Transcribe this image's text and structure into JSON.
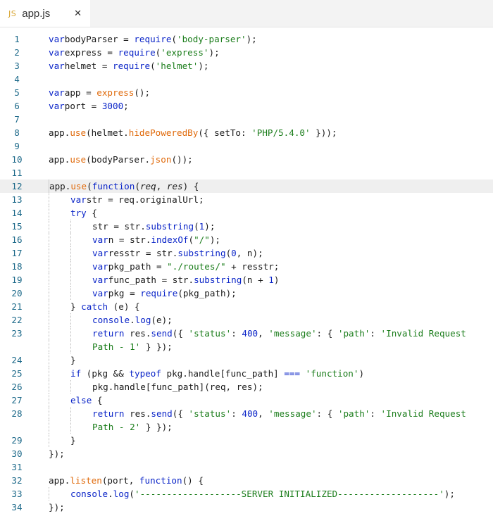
{
  "tab": {
    "badge": "JS",
    "filename": "app.js",
    "close": "✕"
  },
  "lines": [
    {
      "n": 1,
      "indent": 0,
      "tokens": [
        [
          "kw",
          "var"
        ],
        [
          "",
          "bodyParser = "
        ],
        [
          "kw",
          "require"
        ],
        [
          "",
          "("
        ],
        [
          "str",
          "'body-parser'"
        ],
        [
          "",
          ");"
        ]
      ]
    },
    {
      "n": 2,
      "indent": 0,
      "tokens": [
        [
          "kw",
          "var"
        ],
        [
          "",
          "express = "
        ],
        [
          "kw",
          "require"
        ],
        [
          "",
          "("
        ],
        [
          "str",
          "'express'"
        ],
        [
          "",
          ");"
        ]
      ]
    },
    {
      "n": 3,
      "indent": 0,
      "tokens": [
        [
          "kw",
          "var"
        ],
        [
          "",
          "helmet = "
        ],
        [
          "kw",
          "require"
        ],
        [
          "",
          "("
        ],
        [
          "str",
          "'helmet'"
        ],
        [
          "",
          ");"
        ]
      ]
    },
    {
      "n": 4,
      "indent": 0,
      "tokens": []
    },
    {
      "n": 5,
      "indent": 0,
      "tokens": [
        [
          "kw",
          "var"
        ],
        [
          "",
          "app = "
        ],
        [
          "fn",
          "express"
        ],
        [
          "",
          "();"
        ]
      ]
    },
    {
      "n": 6,
      "indent": 0,
      "tokens": [
        [
          "kw",
          "var"
        ],
        [
          "",
          "port = "
        ],
        [
          "num",
          "3000"
        ],
        [
          "",
          ";"
        ]
      ]
    },
    {
      "n": 7,
      "indent": 0,
      "tokens": []
    },
    {
      "n": 8,
      "indent": 0,
      "tokens": [
        [
          "",
          "app."
        ],
        [
          "fn",
          "use"
        ],
        [
          "",
          "(helmet."
        ],
        [
          "fn",
          "hidePoweredBy"
        ],
        [
          "",
          "({ setTo: "
        ],
        [
          "str",
          "'PHP/5.4.0'"
        ],
        [
          "",
          " }));"
        ]
      ]
    },
    {
      "n": 9,
      "indent": 0,
      "tokens": []
    },
    {
      "n": 10,
      "indent": 0,
      "tokens": [
        [
          "",
          "app."
        ],
        [
          "fn",
          "use"
        ],
        [
          "",
          "(bodyParser."
        ],
        [
          "fn",
          "json"
        ],
        [
          "",
          "());"
        ]
      ]
    },
    {
      "n": 11,
      "indent": 0,
      "tokens": []
    },
    {
      "n": 12,
      "indent": 0,
      "current": true,
      "tokens": [
        [
          "",
          "app."
        ],
        [
          "fn",
          "use"
        ],
        [
          "",
          "("
        ],
        [
          "kw",
          "function"
        ],
        [
          "",
          "("
        ],
        [
          "param",
          "req"
        ],
        [
          "",
          ", "
        ],
        [
          "param",
          "res"
        ],
        [
          "",
          ") {"
        ]
      ]
    },
    {
      "n": 13,
      "indent": 1,
      "tokens": [
        [
          "kw",
          "var"
        ],
        [
          "",
          "str = req.originalUrl;"
        ]
      ]
    },
    {
      "n": 14,
      "indent": 1,
      "tokens": [
        [
          "kw",
          "try"
        ],
        [
          "",
          " {"
        ]
      ]
    },
    {
      "n": 15,
      "indent": 2,
      "tokens": [
        [
          "",
          "str = str."
        ],
        [
          "kw",
          "substring"
        ],
        [
          "",
          "("
        ],
        [
          "num",
          "1"
        ],
        [
          "",
          ");"
        ]
      ]
    },
    {
      "n": 16,
      "indent": 2,
      "tokens": [
        [
          "kw",
          "var"
        ],
        [
          "",
          "n = str."
        ],
        [
          "kw",
          "indexOf"
        ],
        [
          "",
          "("
        ],
        [
          "str",
          "\"/\""
        ],
        [
          "",
          ");"
        ]
      ]
    },
    {
      "n": 17,
      "indent": 2,
      "tokens": [
        [
          "kw",
          "var"
        ],
        [
          "",
          "resstr = str."
        ],
        [
          "kw",
          "substring"
        ],
        [
          "",
          "("
        ],
        [
          "num",
          "0"
        ],
        [
          "",
          ", n);"
        ]
      ]
    },
    {
      "n": 18,
      "indent": 2,
      "tokens": [
        [
          "kw",
          "var"
        ],
        [
          "",
          "pkg_path = "
        ],
        [
          "str",
          "\"./routes/\""
        ],
        [
          "",
          " + resstr;"
        ]
      ]
    },
    {
      "n": 19,
      "indent": 2,
      "tokens": [
        [
          "kw",
          "var"
        ],
        [
          "",
          "func_path = str."
        ],
        [
          "kw",
          "substring"
        ],
        [
          "",
          "(n + "
        ],
        [
          "num",
          "1"
        ],
        [
          "",
          ")"
        ]
      ]
    },
    {
      "n": 20,
      "indent": 2,
      "tokens": [
        [
          "kw",
          "var"
        ],
        [
          "",
          "pkg = "
        ],
        [
          "kw",
          "require"
        ],
        [
          "",
          "(pkg_path);"
        ]
      ]
    },
    {
      "n": 21,
      "indent": 1,
      "tokens": [
        [
          "",
          "} "
        ],
        [
          "kw",
          "catch"
        ],
        [
          "",
          " (e) {"
        ]
      ]
    },
    {
      "n": 22,
      "indent": 2,
      "tokens": [
        [
          "kw",
          "console"
        ],
        [
          "",
          "."
        ],
        [
          "kw",
          "log"
        ],
        [
          "",
          "(e);"
        ]
      ]
    },
    {
      "n": 23,
      "indent": 2,
      "tokens": [
        [
          "kw",
          "return"
        ],
        [
          "",
          " res."
        ],
        [
          "kw",
          "send"
        ],
        [
          "",
          "({ "
        ],
        [
          "str",
          "'status'"
        ],
        [
          "",
          ": "
        ],
        [
          "num",
          "400"
        ],
        [
          "",
          ", "
        ],
        [
          "str",
          "'message'"
        ],
        [
          "",
          ": { "
        ],
        [
          "str",
          "'path'"
        ],
        [
          "",
          ": "
        ],
        [
          "str",
          "'Invalid Request"
        ]
      ]
    },
    {
      "n": "",
      "indent": 2,
      "tokens": [
        [
          "str",
          "Path - 1'"
        ],
        [
          "",
          " } });"
        ]
      ]
    },
    {
      "n": 24,
      "indent": 1,
      "tokens": [
        [
          "",
          "}"
        ]
      ]
    },
    {
      "n": 25,
      "indent": 1,
      "tokens": [
        [
          "kw",
          "if"
        ],
        [
          "",
          " (pkg && "
        ],
        [
          "kw",
          "typeof"
        ],
        [
          "",
          " pkg.handle[func_path] "
        ],
        [
          "kw",
          "==="
        ],
        [
          "",
          ""
        ],
        [
          "str",
          " 'function'"
        ],
        [
          "",
          ")"
        ]
      ]
    },
    {
      "n": 26,
      "indent": 2,
      "tokens": [
        [
          "",
          "pkg.handle[func_path](req, res);"
        ]
      ]
    },
    {
      "n": 27,
      "indent": 1,
      "tokens": [
        [
          "kw",
          "else"
        ],
        [
          "",
          " {"
        ]
      ]
    },
    {
      "n": 28,
      "indent": 2,
      "tokens": [
        [
          "kw",
          "return"
        ],
        [
          "",
          " res."
        ],
        [
          "kw",
          "send"
        ],
        [
          "",
          "({ "
        ],
        [
          "str",
          "'status'"
        ],
        [
          "",
          ": "
        ],
        [
          "num",
          "400"
        ],
        [
          "",
          ", "
        ],
        [
          "str",
          "'message'"
        ],
        [
          "",
          ": { "
        ],
        [
          "str",
          "'path'"
        ],
        [
          "",
          ": "
        ],
        [
          "str",
          "'Invalid Request"
        ]
      ]
    },
    {
      "n": "",
      "indent": 2,
      "tokens": [
        [
          "str",
          "Path - 2'"
        ],
        [
          "",
          " } });"
        ]
      ]
    },
    {
      "n": 29,
      "indent": 1,
      "tokens": [
        [
          "",
          "}"
        ]
      ]
    },
    {
      "n": 30,
      "indent": 0,
      "tokens": [
        [
          "",
          "});"
        ]
      ]
    },
    {
      "n": 31,
      "indent": 0,
      "tokens": []
    },
    {
      "n": 32,
      "indent": 0,
      "tokens": [
        [
          "",
          "app."
        ],
        [
          "fn",
          "listen"
        ],
        [
          "",
          "(port, "
        ],
        [
          "kw",
          "function"
        ],
        [
          "",
          "() {"
        ]
      ]
    },
    {
      "n": 33,
      "indent": 1,
      "tokens": [
        [
          "kw",
          "console"
        ],
        [
          "",
          "."
        ],
        [
          "kw",
          "log"
        ],
        [
          "",
          "("
        ],
        [
          "str",
          "'-------------------SERVER INITIALIZED-------------------'"
        ],
        [
          "",
          ");"
        ]
      ]
    },
    {
      "n": 34,
      "indent": 0,
      "tokens": [
        [
          "",
          "});"
        ]
      ]
    }
  ]
}
